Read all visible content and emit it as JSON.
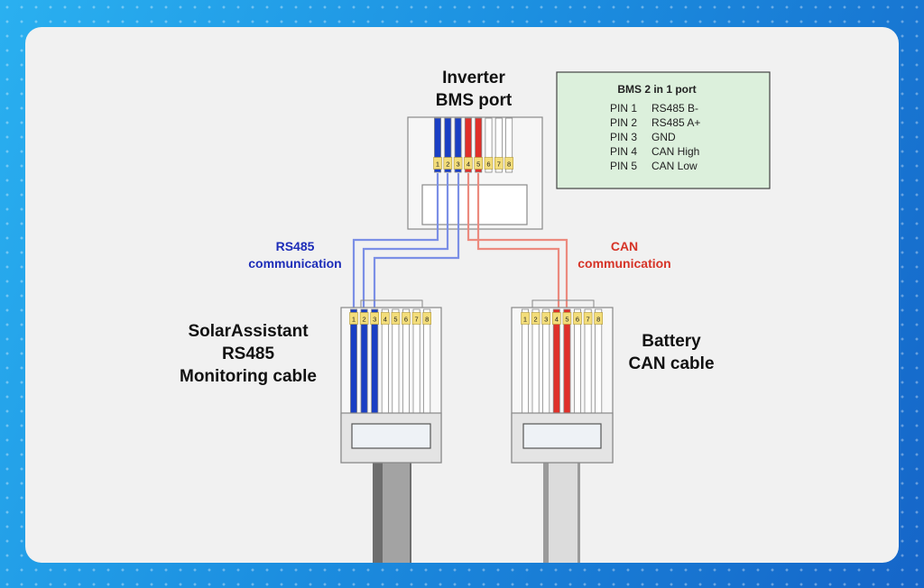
{
  "inverter_port": {
    "title_line1": "Inverter",
    "title_line2": "BMS port"
  },
  "legend": {
    "title": "BMS 2 in 1 port",
    "rows": [
      {
        "pin": "PIN 1",
        "signal": "RS485 B-"
      },
      {
        "pin": "PIN 2",
        "signal": "RS485 A+"
      },
      {
        "pin": "PIN 3",
        "signal": "GND"
      },
      {
        "pin": "PIN 4",
        "signal": "CAN High"
      },
      {
        "pin": "PIN 5",
        "signal": "CAN Low"
      }
    ]
  },
  "rs485_label": {
    "line1": "RS485",
    "line2": "communication"
  },
  "can_label": {
    "line1": "CAN",
    "line2": "communication"
  },
  "monitoring_cable": {
    "line1": "SolarAssistant",
    "line2": "RS485",
    "line3": "Monitoring cable"
  },
  "battery_cable": {
    "line1": "Battery",
    "line2": "CAN cable"
  },
  "pin_numbers": [
    "1",
    "2",
    "3",
    "4",
    "5",
    "6",
    "7",
    "8"
  ],
  "colors": {
    "blue_wire": "#1a3fc4",
    "red_wire": "#e0302a",
    "blue_trace": "#7b8fe6",
    "red_trace": "#ec8a7e",
    "pin_label_bg": "#f3dd7a",
    "legend_bg": "#dcf0dc"
  }
}
